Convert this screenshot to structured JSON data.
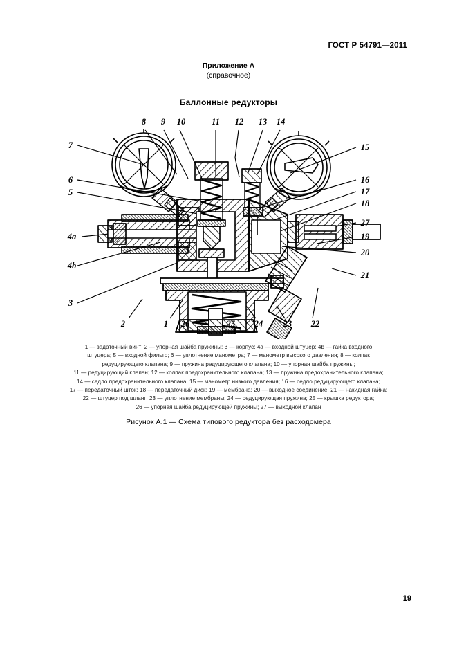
{
  "document": {
    "standard_ref": "ГОСТ Р 54791—2011",
    "page_number": "19"
  },
  "annex": {
    "title": "Приложение А",
    "subtitle": "(справочное)",
    "section_title": "Баллонные редукторы"
  },
  "figure": {
    "caption": "Рисунок А.1 — Схема типового редуктора без расходомера",
    "callouts": {
      "top": [
        "8",
        "9",
        "10",
        "11",
        "12",
        "13",
        "14"
      ],
      "left": [
        "7",
        "6",
        "5",
        "4a",
        "4b",
        "3"
      ],
      "right": [
        "15",
        "16",
        "17",
        "18",
        "27",
        "19",
        "20",
        "21"
      ],
      "bottom": [
        "2",
        "1",
        "26",
        "25",
        "24",
        "23",
        "22"
      ]
    },
    "legend_lines": [
      "1 — задаточный винт; 2 — упорная шайба пружины; 3 — корпус; 4a — входной штуцер; 4b — гайка входного",
      "штуцера; 5 — входной фильтр; 6 — уплотнение манометра; 7 — манометр высокого давления; 8 — колпак",
      "редуцирующего клапана; 9 — пружина редуцирующего клапана; 10 — упорная шайба пружины;",
      "11 — редуцирующий клапан; 12 — колпак предохранительного клапана; 13 — пружина предохранительного клапана;",
      "14 — седло предохранительного клапана; 15 — манометр низкого давления; 16 — седло редуцирующего клапана;",
      "17 — передаточный шток; 18 — передаточный диск; 19 — мембрана; 20 — выходное соединение; 21 — накидная гайка;",
      "22 — штуцер под шланг; 23 — уплотнение мембраны; 24 — редуцирующая пружина; 25 — крышка редуктора;",
      "26 — упорная шайба редуцирующей пружины; 27 — выходной клапан"
    ],
    "parts": [
      {
        "id": "1",
        "name": "задаточный винт"
      },
      {
        "id": "2",
        "name": "упорная шайба пружины"
      },
      {
        "id": "3",
        "name": "корпус"
      },
      {
        "id": "4a",
        "name": "входной штуцер"
      },
      {
        "id": "4b",
        "name": "гайка входного штуцера"
      },
      {
        "id": "5",
        "name": "входной фильтр"
      },
      {
        "id": "6",
        "name": "уплотнение манометра"
      },
      {
        "id": "7",
        "name": "манометр высокого давления"
      },
      {
        "id": "8",
        "name": "колпак редуцирующего клапана"
      },
      {
        "id": "9",
        "name": "пружина редуцирующего клапана"
      },
      {
        "id": "10",
        "name": "упорная шайба пружины"
      },
      {
        "id": "11",
        "name": "редуцирующий клапан"
      },
      {
        "id": "12",
        "name": "колпак предохранительного клапана"
      },
      {
        "id": "13",
        "name": "пружина предохранительного клапана"
      },
      {
        "id": "14",
        "name": "седло предохранительного клапана"
      },
      {
        "id": "15",
        "name": "манометр низкого давления"
      },
      {
        "id": "16",
        "name": "седло редуцирующего клапана"
      },
      {
        "id": "17",
        "name": "передаточный шток"
      },
      {
        "id": "18",
        "name": "передаточный диск"
      },
      {
        "id": "19",
        "name": "мембрана"
      },
      {
        "id": "20",
        "name": "выходное соединение"
      },
      {
        "id": "21",
        "name": "накидная гайка"
      },
      {
        "id": "22",
        "name": "штуцер под шланг"
      },
      {
        "id": "23",
        "name": "уплотнение мембраны"
      },
      {
        "id": "24",
        "name": "редуцирующая пружина"
      },
      {
        "id": "25",
        "name": "крышка редуктора"
      },
      {
        "id": "26",
        "name": "упорная шайба редуцирующей пружины"
      },
      {
        "id": "27",
        "name": "выходной клапан"
      }
    ]
  },
  "colors": {
    "ink": "#000000",
    "paper": "#ffffff",
    "legend_ink": "#1a1a1a"
  }
}
